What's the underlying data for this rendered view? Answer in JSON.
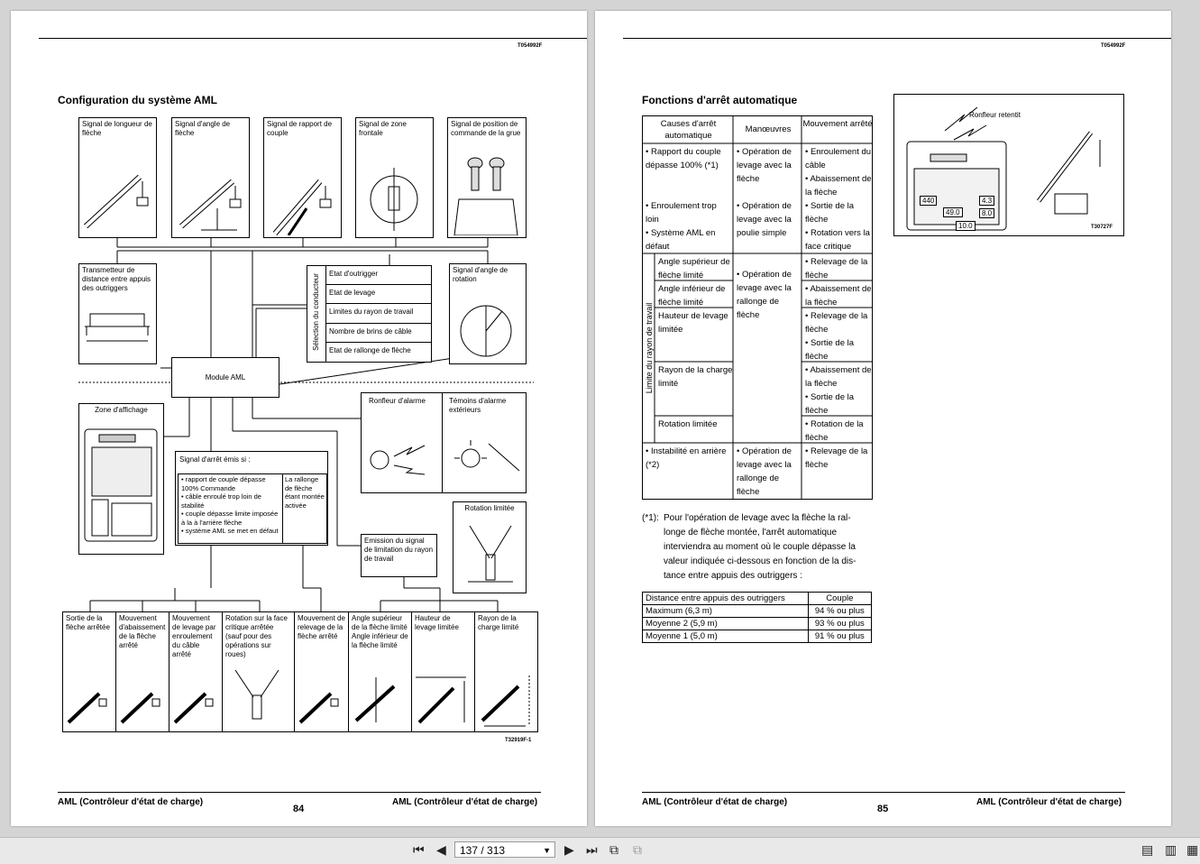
{
  "left_page": {
    "code": "T054992F",
    "title": "Configuration du système AML",
    "signals": [
      "Signal de longueur de flèche",
      "Signal d'angle de flèche",
      "Signal de rapport de couple",
      "Signal de zone frontale",
      "Signal de position de commande de la grue"
    ],
    "transmitter": "Transmetteur de distance entre appuis des outriggers",
    "selection_title": "Sélection du conducteur",
    "selection_items": [
      "Etat d'outrigger",
      "Etat de levage",
      "Limites du rayon de travail",
      "Nombre de brins de câble",
      "Etat de rallonge de flèche"
    ],
    "rotation_angle": "Signal d'angle de rotation",
    "module": "Module AML",
    "display_zone": "Zone d'affichage",
    "buzzer": "Ronfleur d'alarme",
    "lamps": "Témoins d'alarme extérieurs",
    "stop_signal_title": "Signal d'arrêt émis si :",
    "stop_signal_items": [
      "rapport de couple dépasse 100% Commande",
      "câble enroulé trop loin de stabilité",
      "couple dépasse limite imposée à la à l'arrière flèche",
      "système AML se met en défaut"
    ],
    "stop_signal_side": "La rallonge de flèche étant montée activée",
    "emission": "Emission du signal de limitation du rayon de travail",
    "rotation_limited": "Rotation limitée",
    "results": [
      "Sortie de la flèche arrêtée",
      "Mouvement d'abaissement de la flèche arrêté",
      "Mouvement de levage par enroulement du câble arrêté",
      "Rotation sur la face critique arrêtée (sauf pour des opérations sur roues)",
      "Mouvement de relevage de la flèche arrêté",
      "Angle supérieur de la flèche limité Angle inférieur de la flèche limité",
      "Hauteur de levage limitée",
      "Rayon de la charge limité"
    ],
    "fig_code": "T32919F-1",
    "footer_left": "AML (Contrôleur d'état de charge)",
    "page_number": "84",
    "footer_right": "AML (Contrôleur d'état de charge)"
  },
  "right_page": {
    "code": "T054992F",
    "title": "Fonctions d'arrêt automatique",
    "table_headers": [
      "Causes d'arrêt automatique",
      "Manœuvres",
      "Mouvement arrêté"
    ],
    "rows_causes": [
      "• Rapport du couple dépasse 100% (*1)",
      "• Enroulement trop loin",
      "• Système AML en défaut",
      "Angle supérieur de flèche limité",
      "Angle inférieur de flèche limité",
      "Hauteur de levage limitée",
      "Rayon de la charge limité",
      "Rotation limitée",
      "• Instabilité en arrière (*2)"
    ],
    "limit_label": "Limite du rayon de travail",
    "rows_maneuvers": [
      "• Opération de levage avec la flèche",
      "• Opération de levage avec la poulie simple",
      "• Opération de levage avec la rallonge de flèche",
      "• Opération de levage avec la rallonge de flèche"
    ],
    "rows_stopped": [
      "• Enroulement du câble",
      "• Abaissement de la flèche",
      "• Sortie de la flèche",
      "• Rotation vers la face critique",
      "• Relevage de la flèche",
      "• Abaissement de la flèche",
      "• Relevage de la flèche",
      "• Sortie de la flèche",
      "• Abaissement de la flèche",
      "• Sortie de la flèche",
      "• Rotation de la flèche",
      "• Relevage de la flèche"
    ],
    "figure_label": "Ronfleur retentit",
    "figure_code": "T30727F",
    "display_values": [
      "440",
      "49.0",
      "10.0",
      "4.3",
      "8.0"
    ],
    "note_marker": "(*1):",
    "note_lines": [
      "Pour l'opération de levage avec la flèche la ral-",
      "longe de flèche montée, l'arrêt automatique",
      "interviendra au moment où le couple dépasse la",
      "valeur indiquée ci-dessous en fonction de la dis-",
      "tance entre appuis des outriggers :"
    ],
    "dist_headers": [
      "Distance entre appuis des outriggers",
      "Couple"
    ],
    "dist_rows": [
      [
        "Maximum (6,3 m)",
        "94 % ou plus"
      ],
      [
        "Moyenne 2 (5,9 m)",
        "93 % ou plus"
      ],
      [
        "Moyenne 1 (5,0 m)",
        "91 % ou plus"
      ]
    ],
    "footer_left": "AML (Contrôleur d'état de charge)",
    "page_number": "85",
    "footer_right": "AML (Contrôleur d'état de charge)"
  },
  "toolbar": {
    "page_indicator": "137 / 313"
  }
}
